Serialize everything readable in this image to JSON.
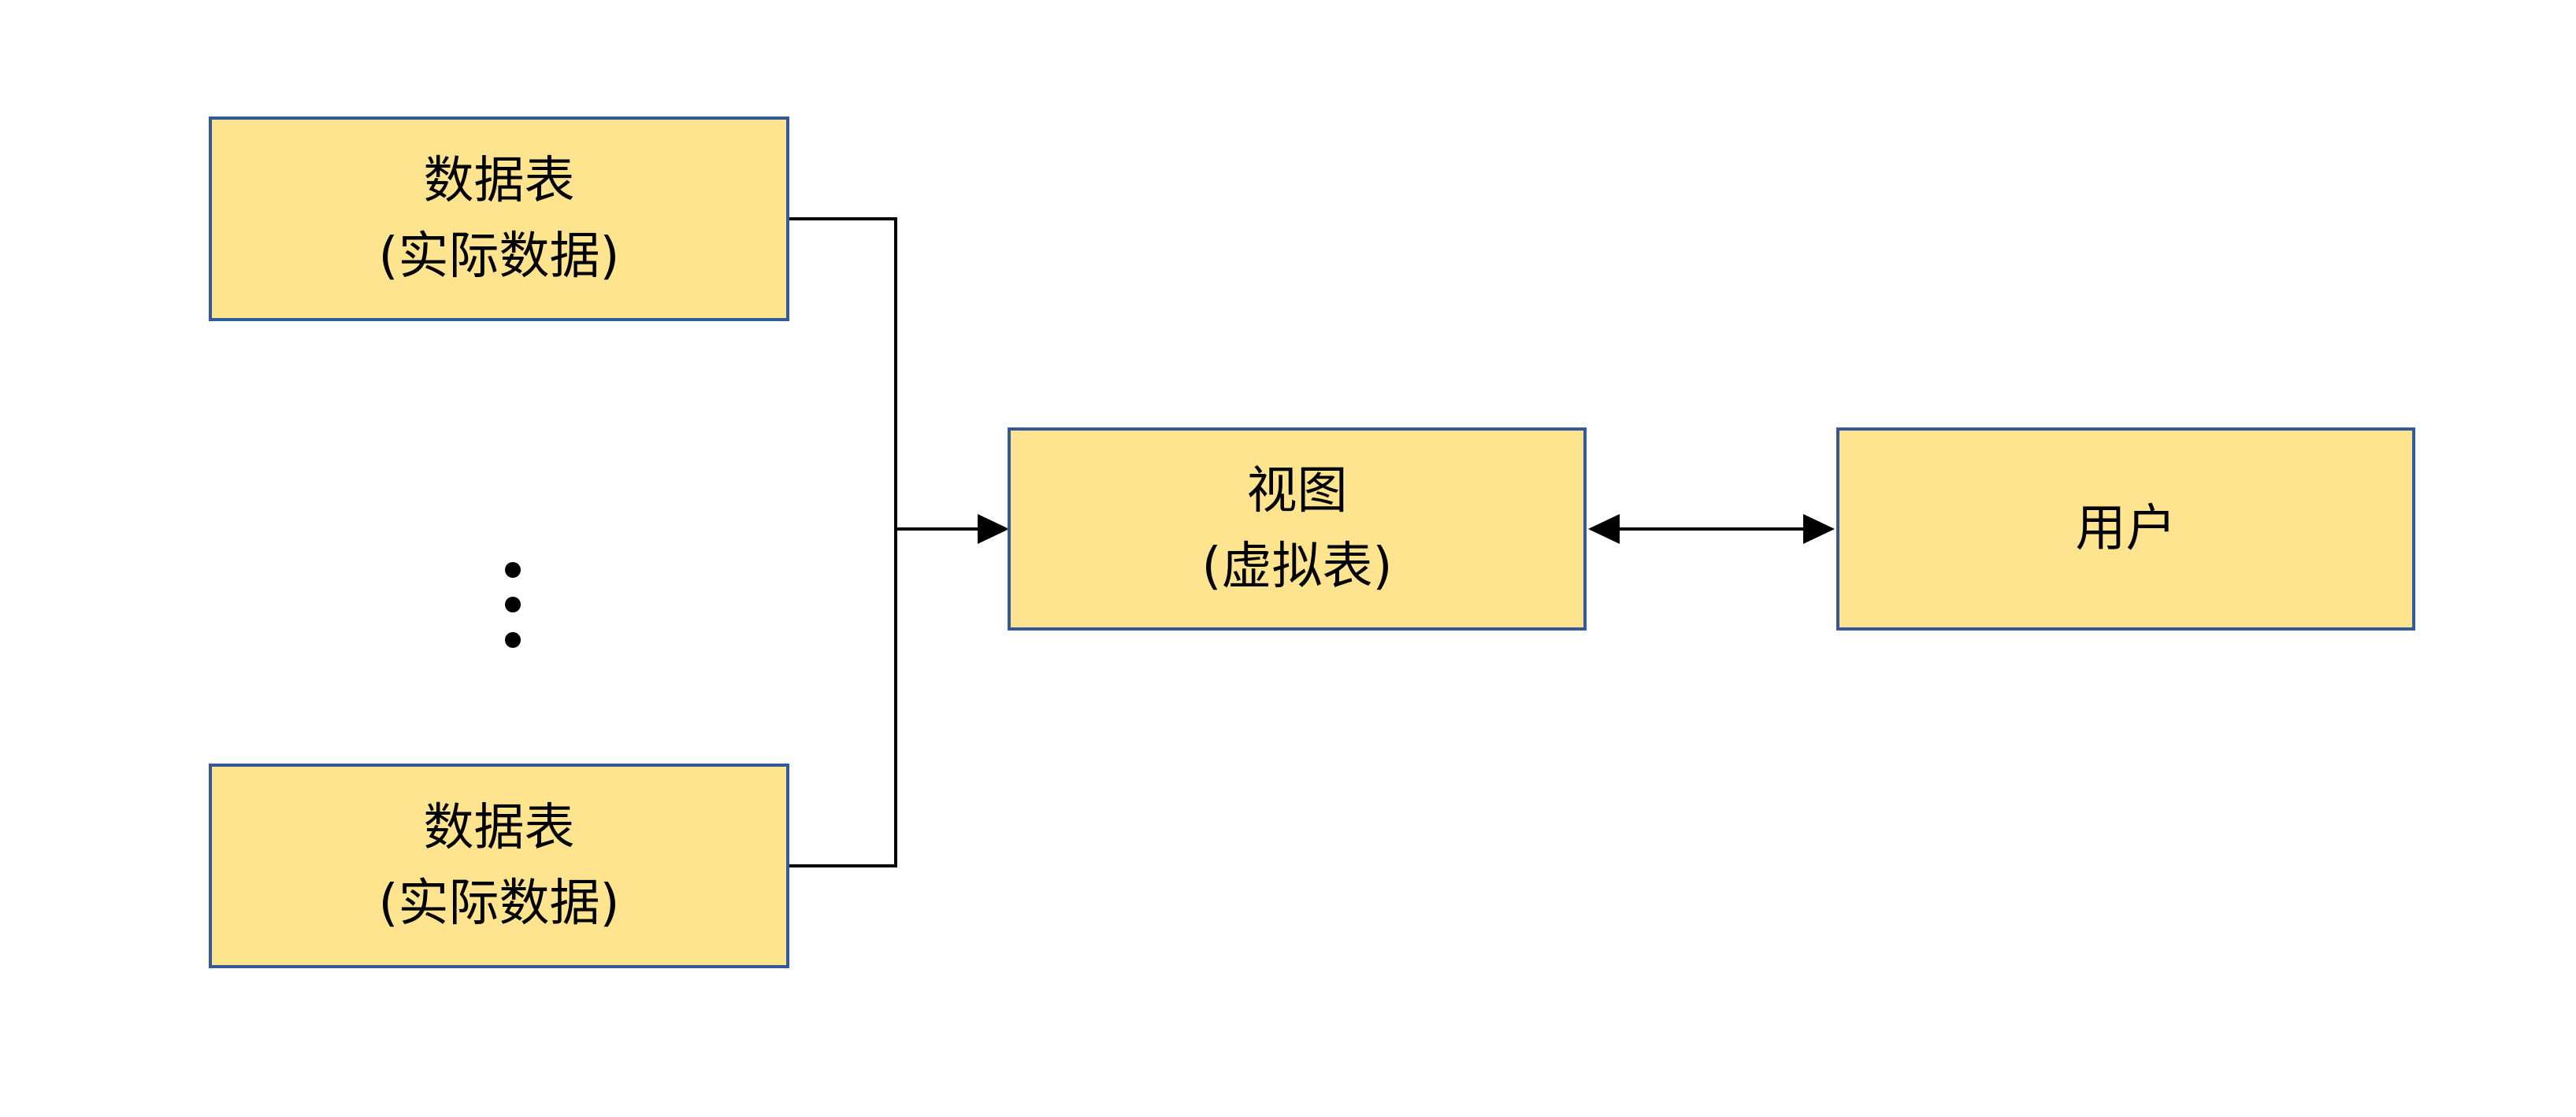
{
  "diagram": {
    "nodes": {
      "table_top": {
        "line1": "数据表",
        "line2": "(实际数据)"
      },
      "table_bottom": {
        "line1": "数据表",
        "line2": "(实际数据)"
      },
      "view": {
        "line1": "视图",
        "line2": "(虚拟表)"
      },
      "user": {
        "line1": "用户"
      }
    },
    "relations": {
      "tables_to_view": "数据表 → 视图",
      "view_user": "视图 ↔ 用户",
      "more_tables": "⋮"
    }
  },
  "colors": {
    "node_fill": "#FFE48F",
    "node_border": "#35589B",
    "connector": "#000000",
    "text": "#000000",
    "background": "#FFFFFF"
  }
}
